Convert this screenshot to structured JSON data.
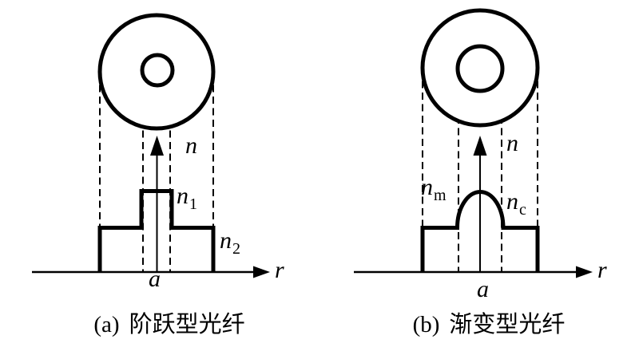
{
  "colors": {
    "ink": "#000000",
    "background": "#ffffff"
  },
  "left": {
    "n_axis_label": "n",
    "core_index_label": {
      "base": "n",
      "sub": "1"
    },
    "cladding_index_label": {
      "base": "n",
      "sub": "2"
    },
    "core_radius_label": "a",
    "r_axis_label": "r",
    "caption_index": "(a)",
    "caption_text": "阶跃型光纤"
  },
  "right": {
    "n_axis_label": "n",
    "max_index_label": {
      "base": "n",
      "sub": "m"
    },
    "cladding_index_label": {
      "base": "n",
      "sub": "c"
    },
    "core_radius_label": "a",
    "r_axis_label": "r",
    "caption_index": "(b)",
    "caption_text": "渐变型光纤"
  }
}
